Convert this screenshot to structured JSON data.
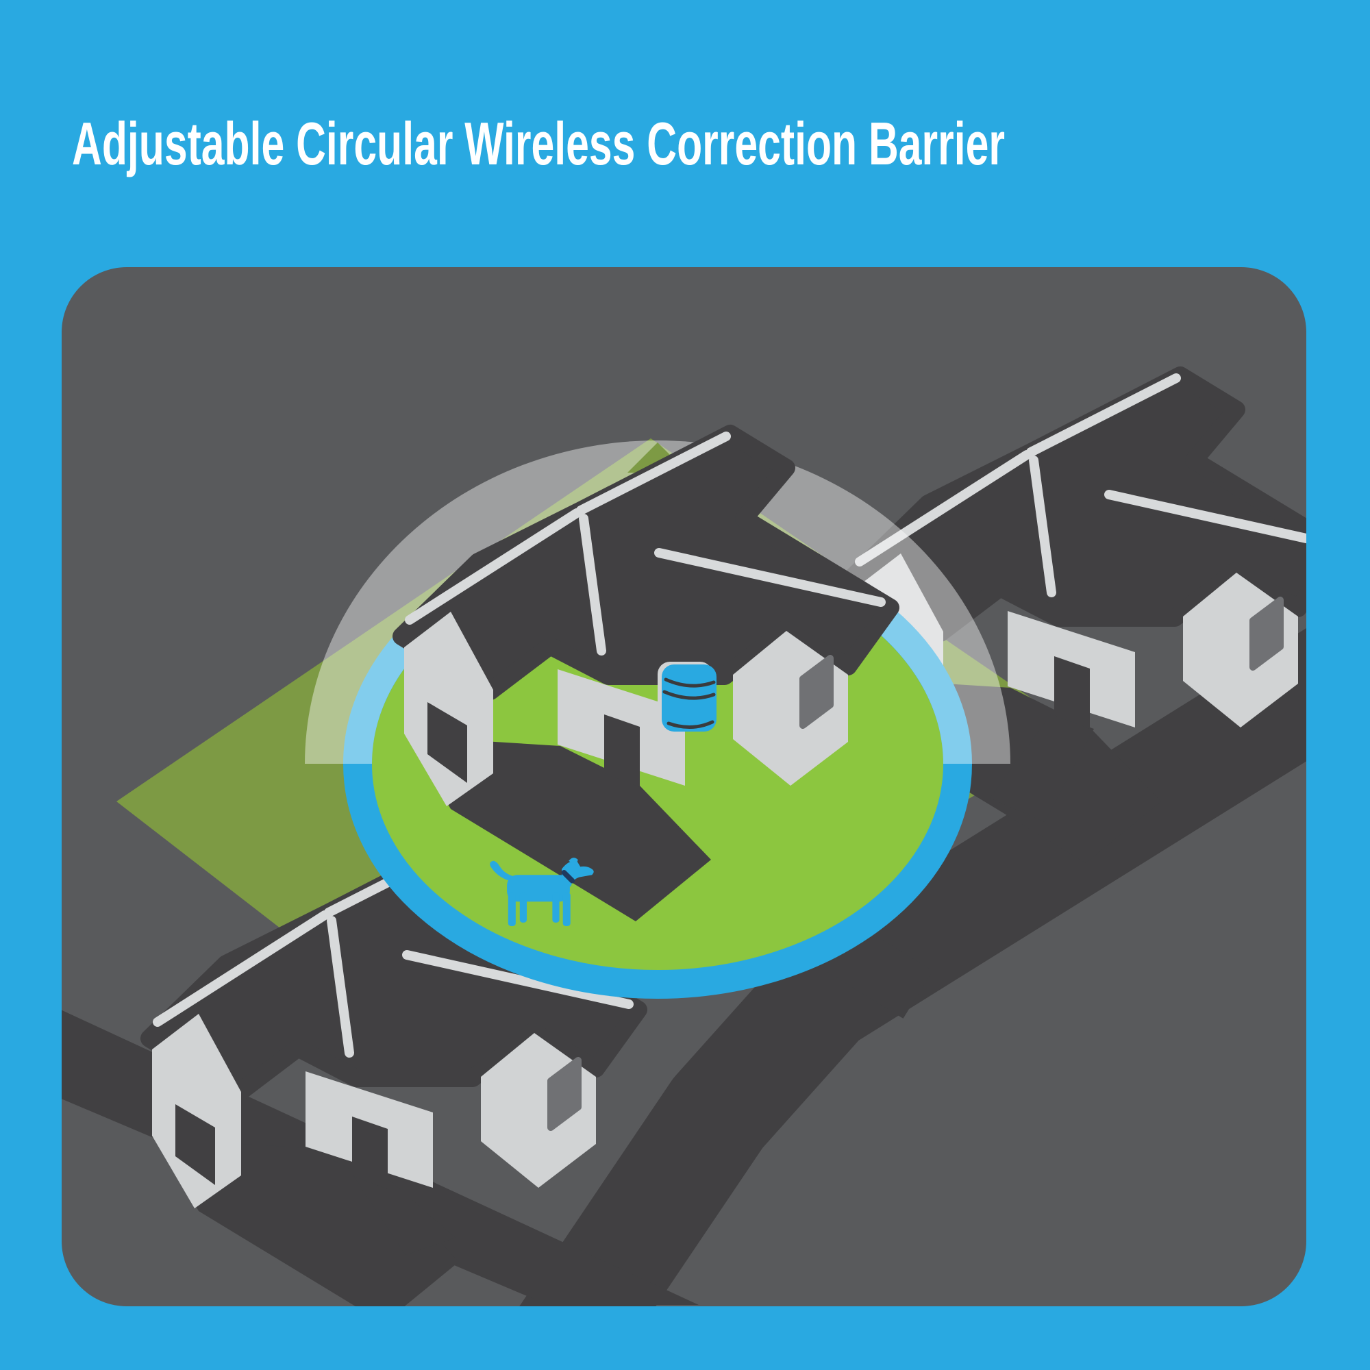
{
  "title": "Adjustable Circular Wireless Correction Barrier",
  "colors": {
    "bg": "#29A9E1",
    "title": "#FFFFFF",
    "panel": "#595A5C",
    "road": "#414042",
    "lawn": "#7D9A44",
    "zone": "#8CC63F",
    "ring": "#29A9E1",
    "roof": "#414042",
    "wall": "#D1D3D4",
    "opening": "#414042",
    "window": "#707174",
    "ridge": "#D8DADB",
    "dome": "#FFFFFF",
    "beam": "#E7F092",
    "dog": "#29A9E1",
    "device": "#29A9E1",
    "device_line": "#3A3B3D",
    "collar": "#1F3A5F"
  },
  "icons": {
    "dog": "dog-silhouette",
    "transmitter": "wireless-transmitter-device",
    "barrier": "circular-correction-barrier-ring",
    "dome": "wireless-signal-dome",
    "beam": "wireless-signal-beam"
  },
  "scene": {
    "houses": [
      "center-house",
      "top-right-house",
      "bottom-left-house"
    ]
  }
}
